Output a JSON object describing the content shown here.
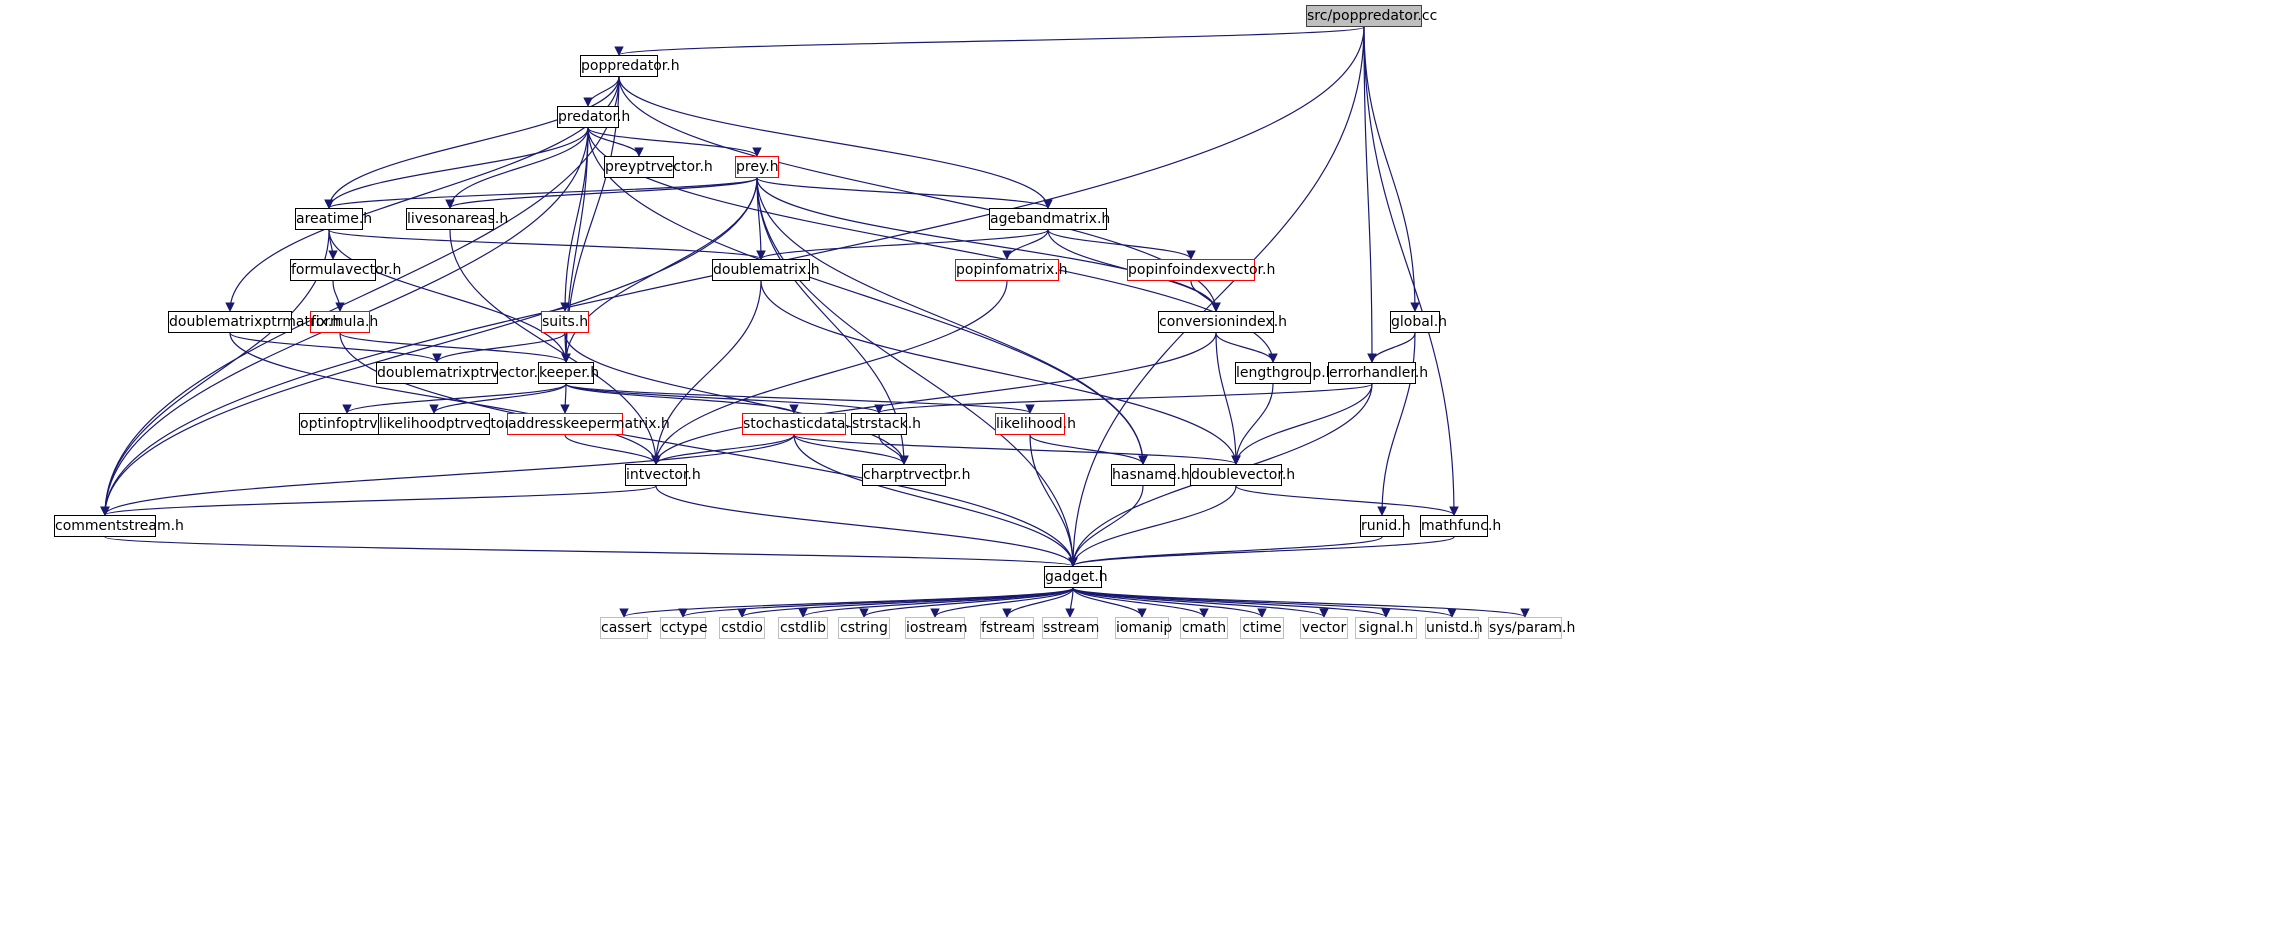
{
  "nodes": [
    {
      "id": "root",
      "label": "src/poppredator.cc",
      "style": "root"
    },
    {
      "id": "poppredator",
      "label": "poppredator.h",
      "style": "normal"
    },
    {
      "id": "predator",
      "label": "predator.h",
      "style": "normal"
    },
    {
      "id": "preyptr",
      "label": "preyptrvector.h",
      "style": "normal"
    },
    {
      "id": "prey",
      "label": "prey.h",
      "style": "red"
    },
    {
      "id": "areatime",
      "label": "areatime.h",
      "style": "normal"
    },
    {
      "id": "livesonareas",
      "label": "livesonareas.h",
      "style": "normal"
    },
    {
      "id": "agebandmatrix",
      "label": "agebandmatrix.h",
      "style": "normal"
    },
    {
      "id": "formulavector",
      "label": "formulavector.h",
      "style": "normal"
    },
    {
      "id": "doublematrix",
      "label": "doublematrix.h",
      "style": "normal"
    },
    {
      "id": "popinfomatrix",
      "label": "popinfomatrix.h",
      "style": "red"
    },
    {
      "id": "popinfoindexvector",
      "label": "popinfoindexvector.h",
      "style": "red"
    },
    {
      "id": "formula",
      "label": "formula.h",
      "style": "red"
    },
    {
      "id": "dmptrmatrix",
      "label": "doublematrixptrmatrix.h",
      "style": "normal"
    },
    {
      "id": "suits",
      "label": "suits.h",
      "style": "red"
    },
    {
      "id": "conversionindex",
      "label": "conversionindex.h",
      "style": "normal"
    },
    {
      "id": "global",
      "label": "global.h",
      "style": "normal"
    },
    {
      "id": "dmptrvector",
      "label": "doublematrixptrvector.h",
      "style": "normal"
    },
    {
      "id": "keeper",
      "label": "keeper.h",
      "style": "normal"
    },
    {
      "id": "lengthgroup",
      "label": "lengthgroup.h",
      "style": "normal"
    },
    {
      "id": "errorhandler",
      "label": "errorhandler.h",
      "style": "normal"
    },
    {
      "id": "optinfoptr",
      "label": "optinfoptrvector.h",
      "style": "normal"
    },
    {
      "id": "likelihoodptr",
      "label": "likelihoodptrvector.h",
      "style": "normal"
    },
    {
      "id": "addresskeeper",
      "label": "addresskeepermatrix.h",
      "style": "red"
    },
    {
      "id": "stochastic",
      "label": "stochasticdata.h",
      "style": "red"
    },
    {
      "id": "strstack",
      "label": "strstack.h",
      "style": "normal"
    },
    {
      "id": "likelihood",
      "label": "likelihood.h",
      "style": "red"
    },
    {
      "id": "intvector",
      "label": "intvector.h",
      "style": "normal"
    },
    {
      "id": "charptr",
      "label": "charptrvector.h",
      "style": "normal"
    },
    {
      "id": "hasname",
      "label": "hasname.h",
      "style": "normal"
    },
    {
      "id": "doublevector",
      "label": "doublevector.h",
      "style": "normal"
    },
    {
      "id": "commentstream",
      "label": "commentstream.h",
      "style": "normal"
    },
    {
      "id": "runid",
      "label": "runid.h",
      "style": "normal"
    },
    {
      "id": "mathfunc",
      "label": "mathfunc.h",
      "style": "normal"
    },
    {
      "id": "gadget",
      "label": "gadget.h",
      "style": "normal"
    },
    {
      "id": "cassert",
      "label": "cassert",
      "style": "grey"
    },
    {
      "id": "cctype",
      "label": "cctype",
      "style": "grey"
    },
    {
      "id": "cstdio",
      "label": "cstdio",
      "style": "grey"
    },
    {
      "id": "cstdlib",
      "label": "cstdlib",
      "style": "grey"
    },
    {
      "id": "cstring",
      "label": "cstring",
      "style": "grey"
    },
    {
      "id": "iostream",
      "label": "iostream",
      "style": "grey"
    },
    {
      "id": "fstream",
      "label": "fstream",
      "style": "grey"
    },
    {
      "id": "sstream",
      "label": "sstream",
      "style": "grey"
    },
    {
      "id": "iomanip",
      "label": "iomanip",
      "style": "grey"
    },
    {
      "id": "cmath",
      "label": "cmath",
      "style": "grey"
    },
    {
      "id": "ctime",
      "label": "ctime",
      "style": "grey"
    },
    {
      "id": "vector",
      "label": "vector",
      "style": "grey"
    },
    {
      "id": "signal",
      "label": "signal.h",
      "style": "grey"
    },
    {
      "id": "unistd",
      "label": "unistd.h",
      "style": "grey"
    },
    {
      "id": "sysparam",
      "label": "sys/param.h",
      "style": "grey"
    }
  ],
  "edges": [
    [
      "root",
      "poppredator"
    ],
    [
      "root",
      "commentstream"
    ],
    [
      "root",
      "gadget"
    ],
    [
      "root",
      "errorhandler"
    ],
    [
      "root",
      "global"
    ],
    [
      "root",
      "mathfunc"
    ],
    [
      "poppredator",
      "predator"
    ],
    [
      "poppredator",
      "areatime"
    ],
    [
      "poppredator",
      "agebandmatrix"
    ],
    [
      "poppredator",
      "dmptrmatrix"
    ],
    [
      "poppredator",
      "conversionindex"
    ],
    [
      "poppredator",
      "keeper"
    ],
    [
      "poppredator",
      "commentstream"
    ],
    [
      "predator",
      "preyptr"
    ],
    [
      "predator",
      "prey"
    ],
    [
      "predator",
      "areatime"
    ],
    [
      "predator",
      "livesonareas"
    ],
    [
      "predator",
      "suits"
    ],
    [
      "predator",
      "keeper"
    ],
    [
      "predator",
      "hasname"
    ],
    [
      "predator",
      "lengthgroup"
    ],
    [
      "predator",
      "commentstream"
    ],
    [
      "prey",
      "areatime"
    ],
    [
      "prey",
      "livesonareas"
    ],
    [
      "prey",
      "agebandmatrix"
    ],
    [
      "prey",
      "doublematrix"
    ],
    [
      "prey",
      "conversionindex"
    ],
    [
      "prey",
      "keeper"
    ],
    [
      "prey",
      "charptr"
    ],
    [
      "prey",
      "hasname"
    ],
    [
      "prey",
      "gadget"
    ],
    [
      "prey",
      "commentstream"
    ],
    [
      "areatime",
      "formulavector"
    ],
    [
      "areatime",
      "doublematrix"
    ],
    [
      "areatime",
      "keeper"
    ],
    [
      "areatime",
      "commentstream"
    ],
    [
      "livesonareas",
      "intvector"
    ],
    [
      "agebandmatrix",
      "doublematrix"
    ],
    [
      "agebandmatrix",
      "popinfomatrix"
    ],
    [
      "agebandmatrix",
      "popinfoindexvector"
    ],
    [
      "agebandmatrix",
      "conversionindex"
    ],
    [
      "formulavector",
      "formula"
    ],
    [
      "formula",
      "keeper"
    ],
    [
      "formula",
      "gadget"
    ],
    [
      "doublematrix",
      "intvector"
    ],
    [
      "doublematrix",
      "doublevector"
    ],
    [
      "popinfomatrix",
      "intvector"
    ],
    [
      "popinfoindexvector",
      "conversionindex"
    ],
    [
      "dmptrmatrix",
      "dmptrvector"
    ],
    [
      "dmptrmatrix",
      "intvector"
    ],
    [
      "suits",
      "keeper"
    ],
    [
      "suits",
      "dmptrvector"
    ],
    [
      "suits",
      "charptr"
    ],
    [
      "conversionindex",
      "lengthgroup"
    ],
    [
      "conversionindex",
      "doublevector"
    ],
    [
      "conversionindex",
      "intvector"
    ],
    [
      "global",
      "errorhandler"
    ],
    [
      "global",
      "runid"
    ],
    [
      "keeper",
      "optinfoptr"
    ],
    [
      "keeper",
      "likelihoodptr"
    ],
    [
      "keeper",
      "addresskeeper"
    ],
    [
      "keeper",
      "stochastic"
    ],
    [
      "keeper",
      "strstack"
    ],
    [
      "keeper",
      "likelihood"
    ],
    [
      "lengthgroup",
      "doublevector"
    ],
    [
      "errorhandler",
      "strstack"
    ],
    [
      "errorhandler",
      "doublevector"
    ],
    [
      "errorhandler",
      "gadget"
    ],
    [
      "addresskeeper",
      "intvector"
    ],
    [
      "stochastic",
      "intvector"
    ],
    [
      "stochastic",
      "charptr"
    ],
    [
      "stochastic",
      "doublevector"
    ],
    [
      "stochastic",
      "commentstream"
    ],
    [
      "stochastic",
      "gadget"
    ],
    [
      "strstack",
      "charptr"
    ],
    [
      "likelihood",
      "hasname"
    ],
    [
      "likelihood",
      "gadget"
    ],
    [
      "intvector",
      "commentstream"
    ],
    [
      "intvector",
      "gadget"
    ],
    [
      "hasname",
      "gadget"
    ],
    [
      "doublevector",
      "gadget"
    ],
    [
      "doublevector",
      "mathfunc"
    ],
    [
      "commentstream",
      "gadget"
    ],
    [
      "runid",
      "gadget"
    ],
    [
      "mathfunc",
      "gadget"
    ],
    [
      "gadget",
      "cassert"
    ],
    [
      "gadget",
      "cctype"
    ],
    [
      "gadget",
      "cstdio"
    ],
    [
      "gadget",
      "cstdlib"
    ],
    [
      "gadget",
      "cstring"
    ],
    [
      "gadget",
      "iostream"
    ],
    [
      "gadget",
      "fstream"
    ],
    [
      "gadget",
      "sstream"
    ],
    [
      "gadget",
      "iomanip"
    ],
    [
      "gadget",
      "cmath"
    ],
    [
      "gadget",
      "ctime"
    ],
    [
      "gadget",
      "vector"
    ],
    [
      "gadget",
      "signal"
    ],
    [
      "gadget",
      "unistd"
    ],
    [
      "gadget",
      "sysparam"
    ]
  ],
  "colors": {
    "edge": "#191970",
    "node_border": "#000000",
    "node_border_red": "#ff0000",
    "node_border_grey": "#bfbfbf",
    "root_fill": "#bfbfbf"
  }
}
